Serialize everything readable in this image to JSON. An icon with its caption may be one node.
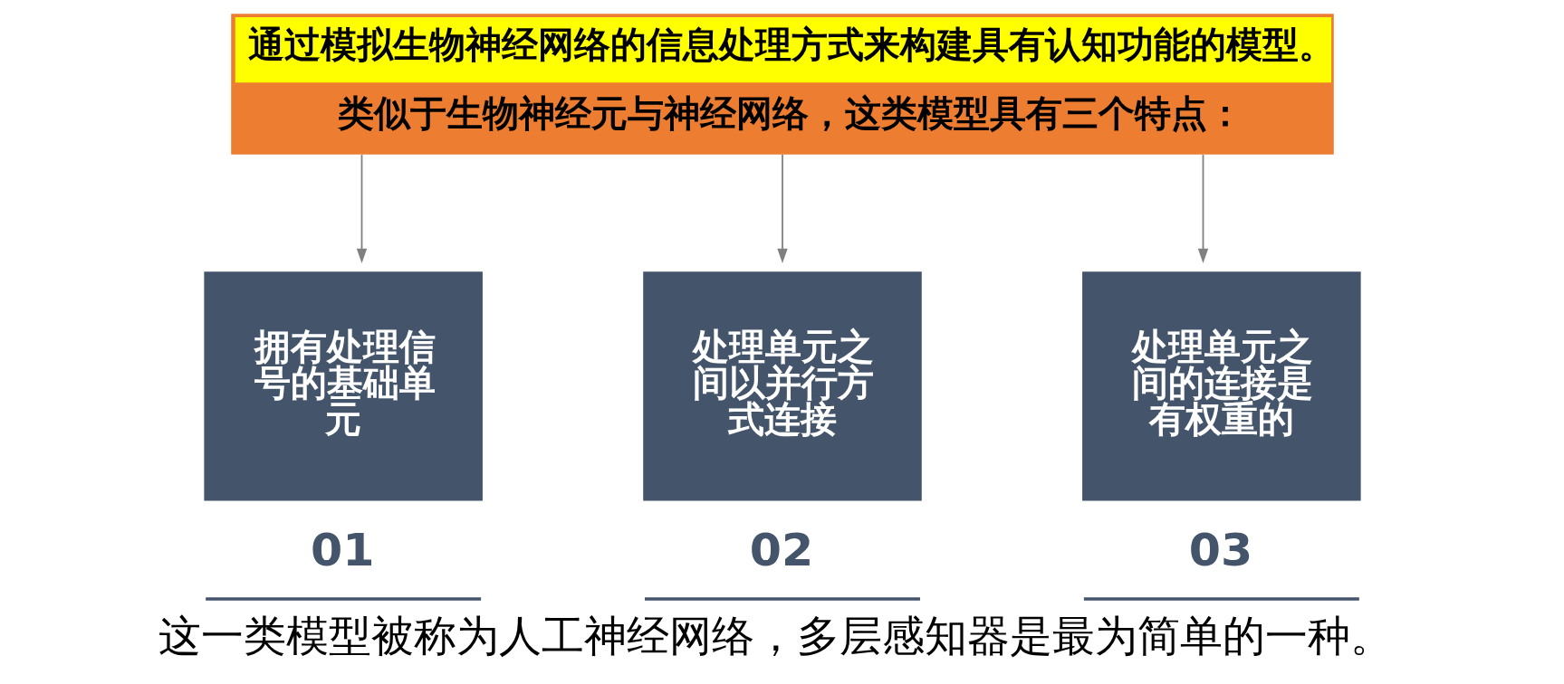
{
  "diagram": {
    "caption": "这一类模型被称为人工神经网络，多层感知器是最为简单的一种。",
    "nodes": [
      {
        "text": [
          "通过模拟生物神经网络的信息处理方式来构建具有认知功能的模型。",
          "类似于生物神经元与神经网络，这类模型具有三个特点："
        ]
      },
      {
        "text": [
          "拥有处理信号的基础单元"
        ],
        "beside": [
          "01"
        ]
      },
      {
        "text": [
          "处理单元之间以并行方式连接"
        ],
        "beside": [
          "02"
        ]
      },
      {
        "text": [
          "处理单元之间的连接是有权重的"
        ],
        "beside": [
          "03"
        ]
      }
    ],
    "edges": [
      {
        "from": 0,
        "to": 1,
        "arrow": "to",
        "color": "#808080"
      },
      {
        "from": 0,
        "to": 2,
        "arrow": "to",
        "color": "#808080"
      },
      {
        "from": 0,
        "to": 3,
        "arrow": "to",
        "color": "#808080"
      }
    ]
  }
}
